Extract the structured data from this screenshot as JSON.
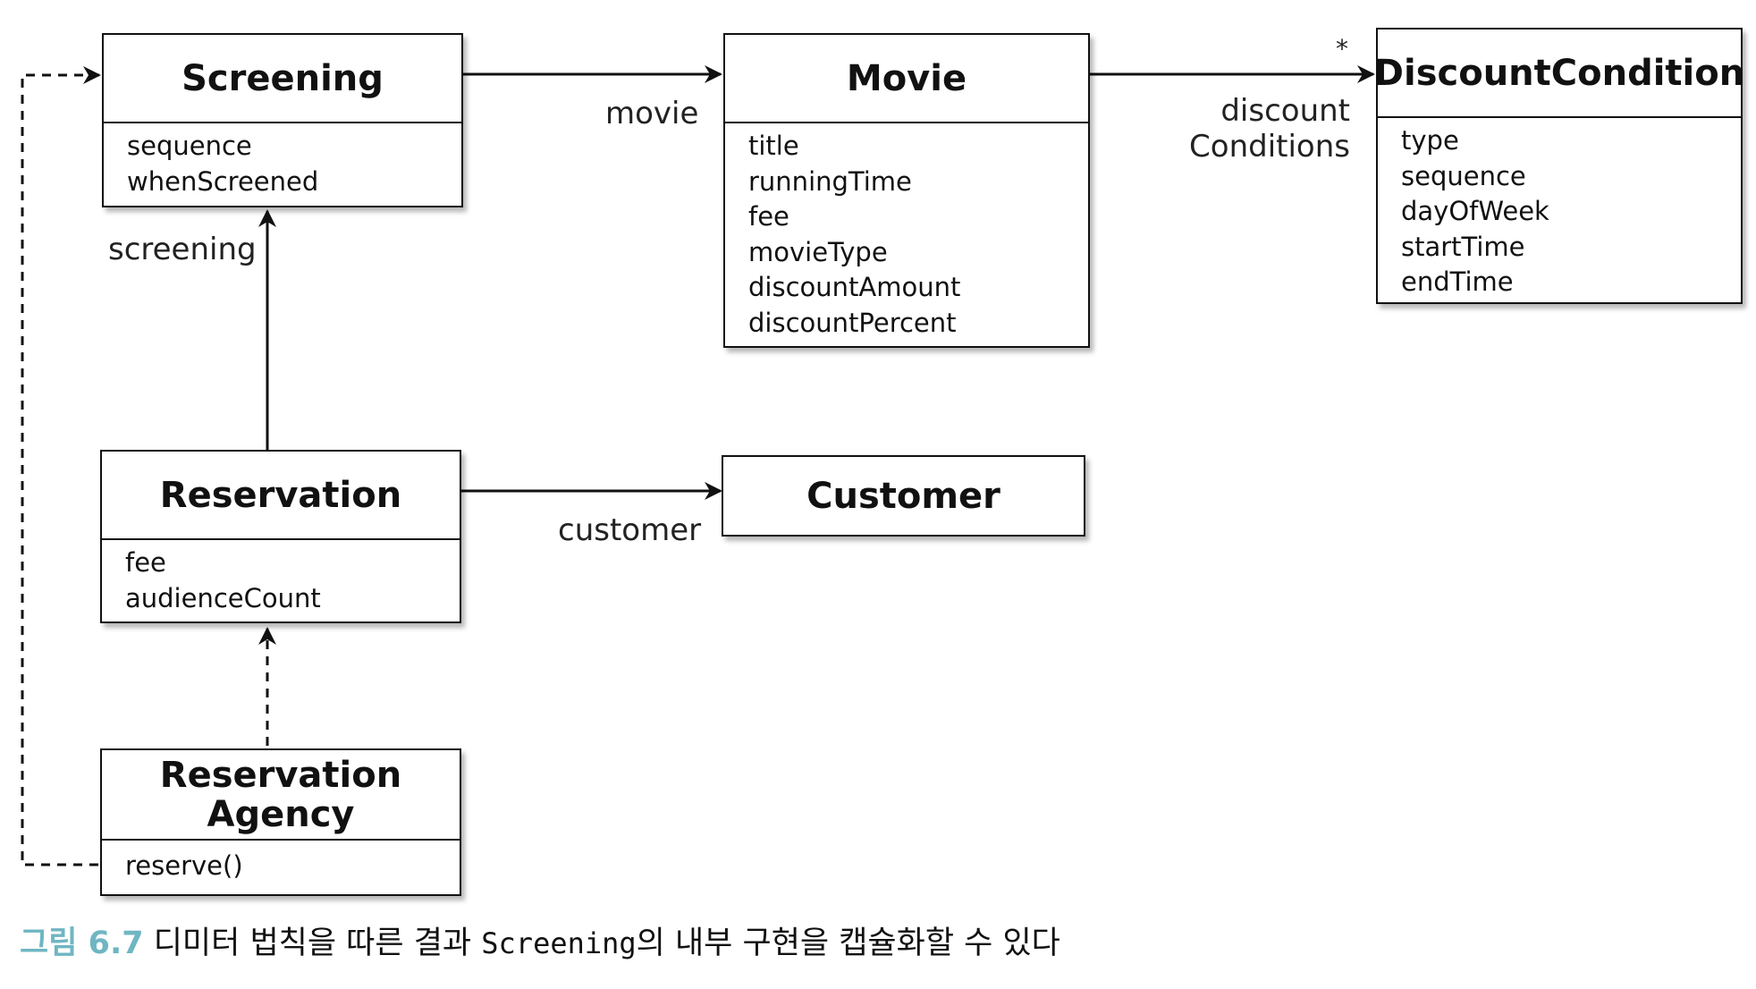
{
  "classes": {
    "screening": {
      "name": "Screening",
      "attributes": [
        "sequence",
        "whenScreened"
      ]
    },
    "movie": {
      "name": "Movie",
      "attributes": [
        "title",
        "runningTime",
        "fee",
        "movieType",
        "discountAmount",
        "discountPercent"
      ]
    },
    "discount_condition": {
      "name": "DiscountCondition",
      "attributes": [
        "type",
        "sequence",
        "dayOfWeek",
        "startTime",
        "endTime"
      ]
    },
    "reservation": {
      "name": "Reservation",
      "attributes": [
        "fee",
        "audienceCount"
      ]
    },
    "customer": {
      "name": "Customer"
    },
    "reservation_agency": {
      "name_line1": "Reservation",
      "name_line2": "Agency",
      "methods": [
        "reserve()"
      ]
    }
  },
  "associations": {
    "movie_label": "movie",
    "discount_label_line1": "discount",
    "discount_label_line2": "Conditions",
    "discount_multiplicity": "*",
    "screening_label": "screening",
    "customer_label": "customer"
  },
  "caption": {
    "figure_number": "그림 6.7",
    "text_before": "디미터 법칙을 따른 결과",
    "code_term": "Screening",
    "text_after": "의 내부 구현을 캡슐화할 수 있다"
  }
}
